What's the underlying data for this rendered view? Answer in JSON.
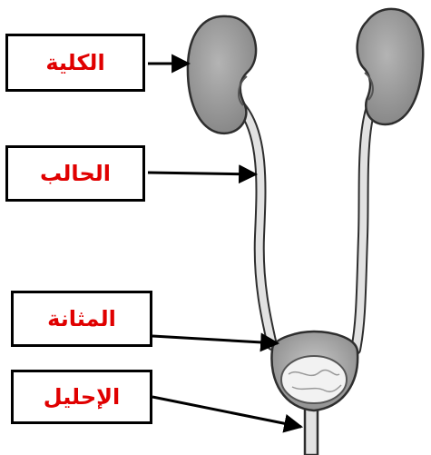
{
  "labels": {
    "kidney": "الكلية",
    "ureter": "الحالب",
    "bladder": "المثانة",
    "urethra": "الإحليل"
  },
  "colors": {
    "label_text": "#e00000",
    "box_border": "#000000",
    "organ_fill": "#9a9a9a",
    "tube_fill": "#dcdcdc",
    "outline": "#2e2e2e"
  }
}
